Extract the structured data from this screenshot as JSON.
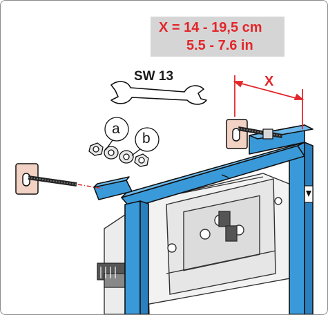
{
  "dimension_box": {
    "line1": "X = 14 - 19,5 cm",
    "line2": "5.5 - 7.6 in"
  },
  "wrench": {
    "label": "SW 13"
  },
  "dimension_marker": {
    "label": "X"
  },
  "callouts": {
    "a": "a",
    "b": "b"
  },
  "colors": {
    "frame_blue": "#3a9ad9",
    "frame_outline": "#111111",
    "accent_red": "#e3262a",
    "box_gray": "#d5d5d5",
    "wall_plate": "#f2d2c4"
  }
}
